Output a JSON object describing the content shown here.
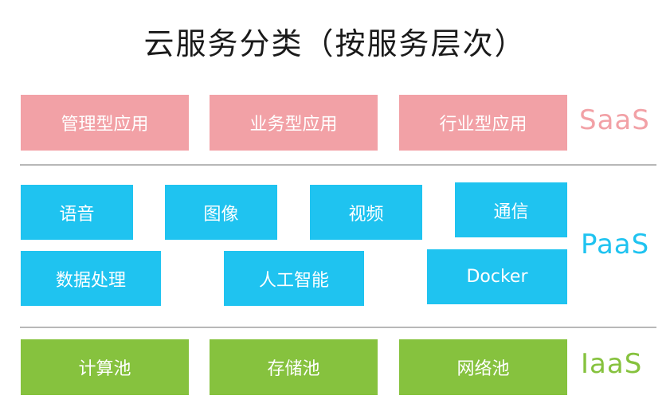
{
  "title": "云服务分类（按服务层次）",
  "colors": {
    "saas": "#f2a1a6",
    "paas": "#1fc3f0",
    "iaas": "#86c23e"
  },
  "saas": {
    "label": "SaaS",
    "items": [
      "管理型应用",
      "业务型应用",
      "行业型应用"
    ]
  },
  "paas": {
    "label": "PaaS",
    "items": [
      "语音",
      "图像",
      "视频",
      "通信",
      "数据处理",
      "人工智能",
      "Docker"
    ]
  },
  "iaas": {
    "label": "IaaS",
    "items": [
      "计算池",
      "存储池",
      "网络池"
    ]
  }
}
